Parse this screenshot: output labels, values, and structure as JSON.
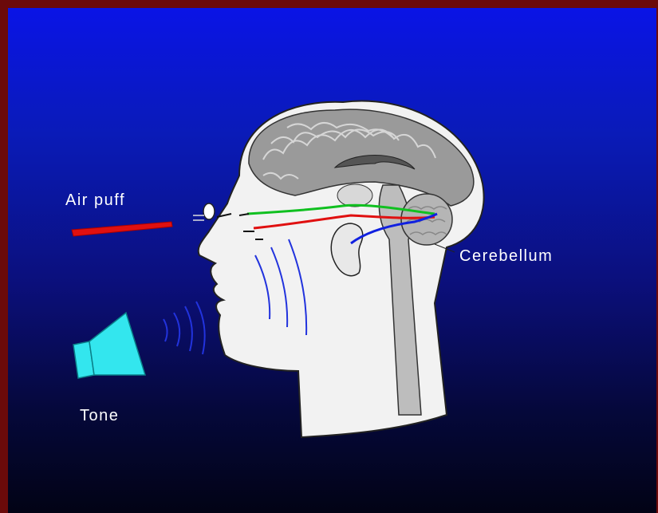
{
  "labels": {
    "air_puff": "Air puff",
    "cerebellum": "Cerebellum",
    "tone": "Tone"
  },
  "colors": {
    "frame": "#6b0a0a",
    "background_top": "#0a14e6",
    "background_bottom": "#020315",
    "air_puff_tube": "#e01010",
    "speaker": "#33e6ee",
    "sound_waves": "#2233dd",
    "pathway_green": "#10c020",
    "pathway_red": "#e01010",
    "pathway_blue": "#1020e0",
    "head_fill": "#f2f2f2",
    "brain_fill": "#9a9a9a"
  }
}
